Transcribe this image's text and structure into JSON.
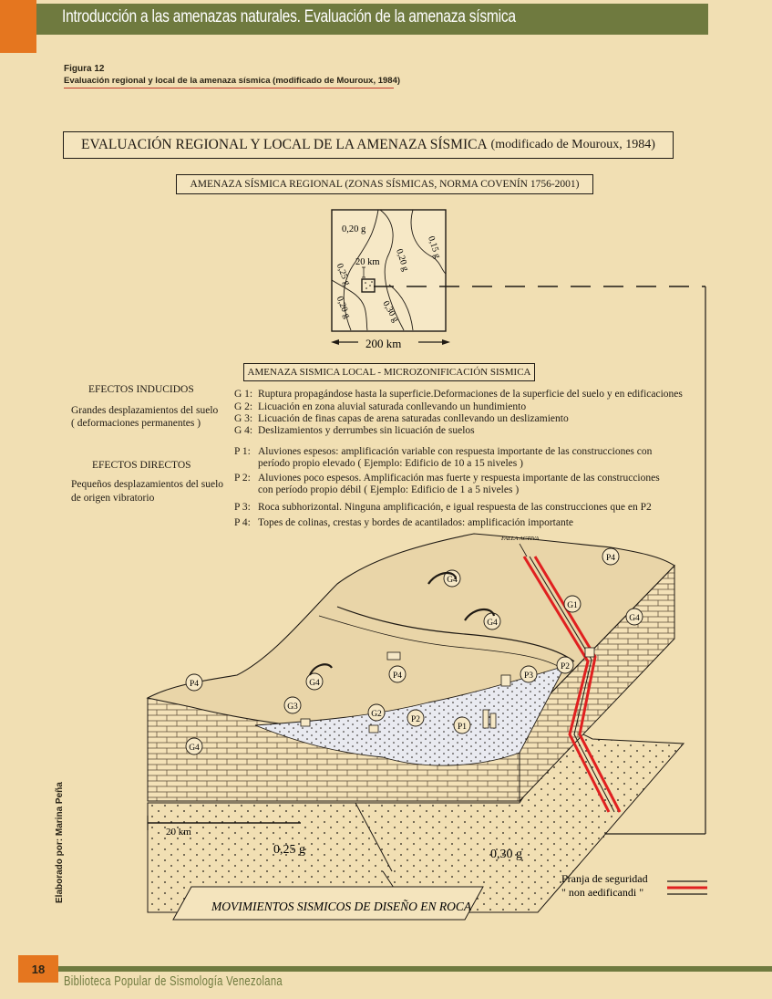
{
  "header": {
    "title": "Introducción a las amenazas naturales. Evaluación de la amenaza sísmica"
  },
  "figure": {
    "label": "Figura 12",
    "caption": "Evaluación regional y local de la amenaza sísmica (modificado de Mouroux, 1984)"
  },
  "diagram": {
    "main_title": "EVALUACIÓN REGIONAL Y LOCAL DE LA AMENAZA SÍSMICA",
    "main_title_note": "(modificado de Mouroux, 1984)",
    "regional_title": "AMENAZA SÍSMICA REGIONAL (ZONAS SÍSMICAS, NORMA COVENÍN 1756-2001)",
    "map": {
      "contours": [
        "0,20 g",
        "0,25 g",
        "0,20 g",
        "0,20 g",
        "0,15 g",
        "0,30 g"
      ],
      "scale_small": "20 km",
      "scale_large": "200 km"
    },
    "local_title": "AMENAZA SISMICA LOCAL - MICROZONIFICACIÓN SISMICA",
    "induced": {
      "heading": "EFECTOS INDUCIDOS",
      "desc_1": "Grandes desplazamientos del suelo",
      "desc_2": "( deformaciones permanentes )"
    },
    "direct": {
      "heading": "EFECTOS DIRECTOS",
      "desc_1": "Pequeños desplazamientos del suelo",
      "desc_2": "de origen vibratorio"
    },
    "g_items": [
      {
        "code": "G 1:",
        "text": "Ruptura propagándose hasta la superficie.Deformaciones de la superficie del suelo y en edificaciones"
      },
      {
        "code": "G 2:",
        "text": "Licuación en zona aluvial saturada  conllevando un hundimiento"
      },
      {
        "code": "G 3:",
        "text": "Licuación de finas capas de arena saturadas conllevando un deslizamiento"
      },
      {
        "code": "G 4:",
        "text": "Deslizamientos y derrumbes sin licuación de suelos"
      }
    ],
    "p_items": [
      {
        "code": "P 1:",
        "line1": "Aluviones espesos: amplificación variable con respuesta importante de las construcciones con",
        "line2": "período propio elevado ( Ejemplo: Edificio de 10 a 15 niveles )"
      },
      {
        "code": "P 2:",
        "line1": "Aluviones poco espesos. Amplificación mas fuerte y respuesta importante de las construcciones",
        "line2": "con período propio débil ( Ejemplo: Edificio de 1 a 5 niveles )"
      },
      {
        "code": "P 3:",
        "line1": "Roca subhorizontal. Ninguna amplificación, e igual respuesta de las construcciones que en P2",
        "line2": ""
      },
      {
        "code": "P 4:",
        "line1": "Topes de colinas, crestas y bordes de acantilados: amplificación importante",
        "line2": ""
      }
    ],
    "block": {
      "fault_label": "FALLA ACTIVA",
      "markers": [
        "P4",
        "G4",
        "G1",
        "G4",
        "G4",
        "P2",
        "P4",
        "G4",
        "P4",
        "P3",
        "G3",
        "G2",
        "P2",
        "P1",
        "G4"
      ],
      "scale": "20 km",
      "zone_left": "0,25 g",
      "zone_right": "0,30 g",
      "base_label": "MOVIMIENTOS SISMICOS DE DISEÑO EN ROCA",
      "legend_1": "Franja de seguridad",
      "legend_2": "\" non aedificandi \""
    }
  },
  "credit": "Elaborado por: Marina Peña",
  "footer": {
    "page_number": "18",
    "text": "Biblioteca Popular de Sismología Venezolana"
  },
  "colors": {
    "page_bg": "#f1dfb3",
    "header_bar": "#6f7a3f",
    "accent_orange": "#e5761f",
    "fault_red": "#e02020"
  }
}
